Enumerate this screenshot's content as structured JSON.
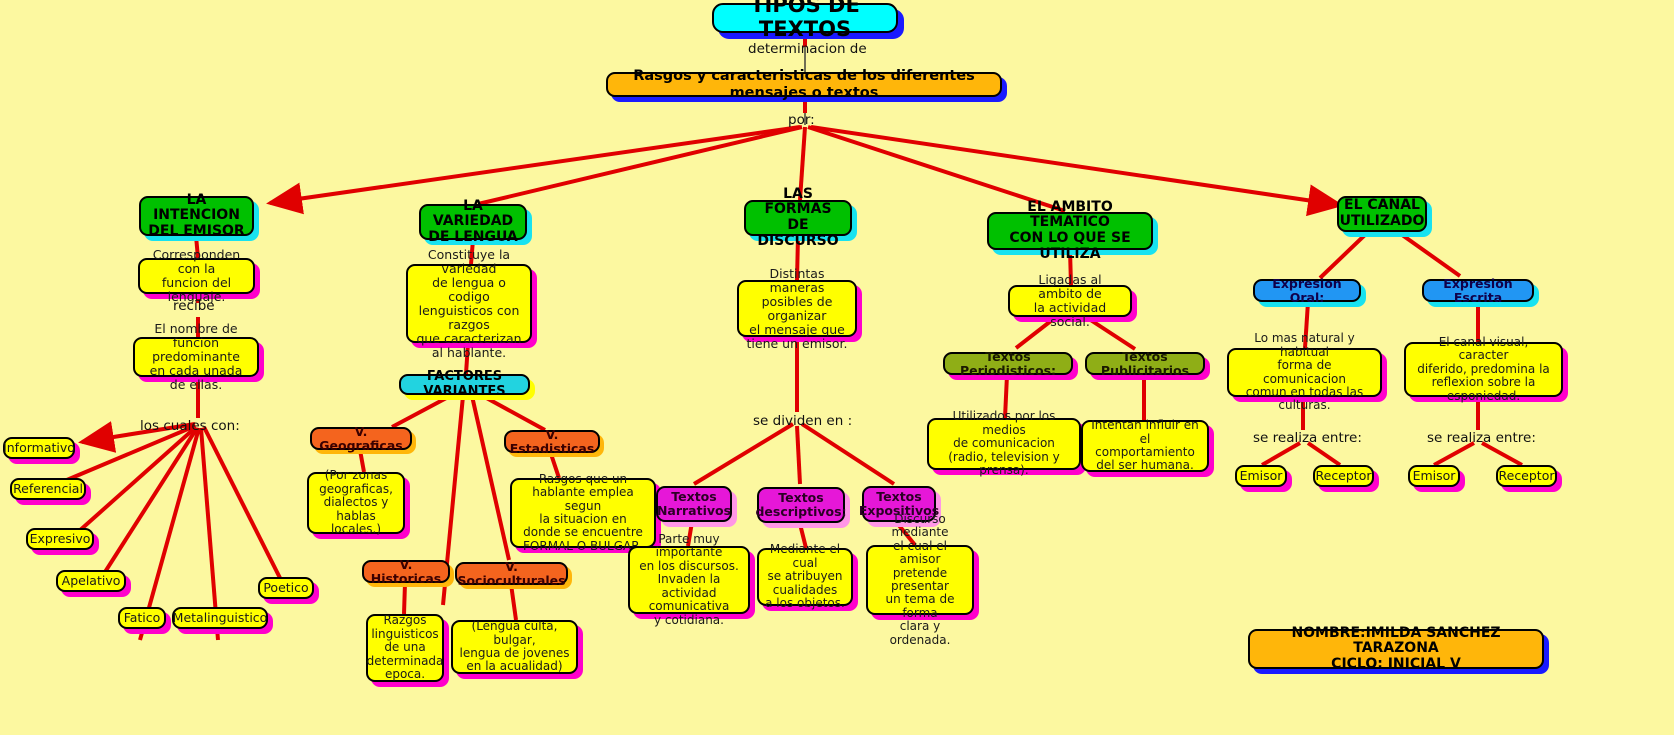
{
  "title": "TIPOS DE TEXTOS",
  "banner": "Rasgos y caracteristicas de los diferentes mensajes o textos",
  "edge_labels": {
    "determinacion": "determinacion de",
    "por": "por:",
    "recibe": "recibe",
    "los_cuales_con": "los cuales con:",
    "se_dividen_en": "se dividen en :",
    "se_realiza_entre_oral": "se realiza entre:",
    "se_realiza_entre_escrita": "se realiza entre:"
  },
  "branches": {
    "intencion": {
      "head": "LA INTENCION\nDEL EMISOR",
      "detail1": "Corresponden con la\nfuncion del lenguaje.",
      "detail2": "El nombre de funcion\npredominante\nen cada unada  de ellas.",
      "functions": [
        "Informativo",
        "Referencial",
        "Expresivo",
        "Apelativo",
        "Fatico",
        "Metalinguistico",
        "Poetico"
      ]
    },
    "variedad": {
      "head": "LA VARIEDAD\nDE LENGUA",
      "detail1": "Constituye la variedad\nde lengua o codigo\nlenguisticos con razgos\nque caracterizan\nal hablante.",
      "factores": "FACTORES VARIANTES",
      "variantes": [
        {
          "label": "V. Geograficas",
          "detail": "(Por zonas\ngeograficas,\ndialectos y\nhablas locales.)"
        },
        {
          "label": "V. Estadisticas",
          "detail": "Rasgos que  un\nhablante  emplea segun\nla situacion en\ndonde se encuentre\nFORMAL O BULGAR."
        },
        {
          "label": "V. Historicas",
          "detail": "Razgos\nlinguisticos\nde una\ndeterminada\nepoca."
        },
        {
          "label": "V. Socioculturales",
          "detail": "(Lengua culta, bulgar,\nlengua  de jovenes\nen la acualidad)"
        }
      ]
    },
    "formas": {
      "head": "LAS FORMAS\nDE DISCURSO",
      "detail1": "Distintas maneras\nposibles de organizar\nel mensaje que\ntiene un emisor.",
      "tipos": [
        {
          "label": "Textos\nNarrativos",
          "detail": "Parte muy importante\nen los discursos.\nInvaden la actividad\ncomunicativa\ny cotidiana."
        },
        {
          "label": "Textos\ndescriptivos:",
          "detail": "Mediante  el cual\nse atribuyen\ncualidades\na los objetos."
        },
        {
          "label": "Textos\nExpositivos",
          "detail": "Discurso mediante\nel cual el amisor\npretende presentar\nun tema de forma\nclara y ordenada."
        }
      ]
    },
    "ambito": {
      "head": "EL AMBITO TEMATICO\nCON LO QUE SE UTILIZA",
      "detail1": "Ligadas al ambito de\nla actividad social.",
      "tipos": [
        {
          "label": "Textos Periodisticos:",
          "detail": "Utilizados por los medios\nde comunicacion\n(radio, television y prensa)."
        },
        {
          "label": "Textos Publicitarios",
          "detail": "Intentan influir  en el\ncomportamiento\ndel ser humana."
        }
      ]
    },
    "canal": {
      "head": "EL CANAL\nUTILIZADO",
      "oral": {
        "label": "Expresion Oral:",
        "detail": "Lo mas natural y habitual\nforma de comunicacion\ncomun en todas las culturas.",
        "participants": [
          "Emisor",
          "Receptor"
        ]
      },
      "escrita": {
        "label": "Expresion Escrita",
        "detail": "El canal visual, caracter\ndiferido, predomina la\nreflexion sobre la esponiedad.",
        "participants": [
          "Emisor",
          "Receptor"
        ]
      }
    }
  },
  "signature": "NOMBRE:IMILDA SANCHEZ TARAZONA\nCICLO: INICIAL V",
  "colors": {
    "background": "#fcf8a0",
    "edge": "#e00000",
    "title_fill": "#00ffff",
    "banner_fill": "#ffb60a",
    "category_fill": "#00c000",
    "detail_fill": "#ffff00",
    "variante_fill": "#f4641e",
    "texto_fill": "#e617d8",
    "periodistico_fill": "#8fae16",
    "factores_fill": "#22d3e0",
    "expresion_fill": "#2196f3"
  }
}
